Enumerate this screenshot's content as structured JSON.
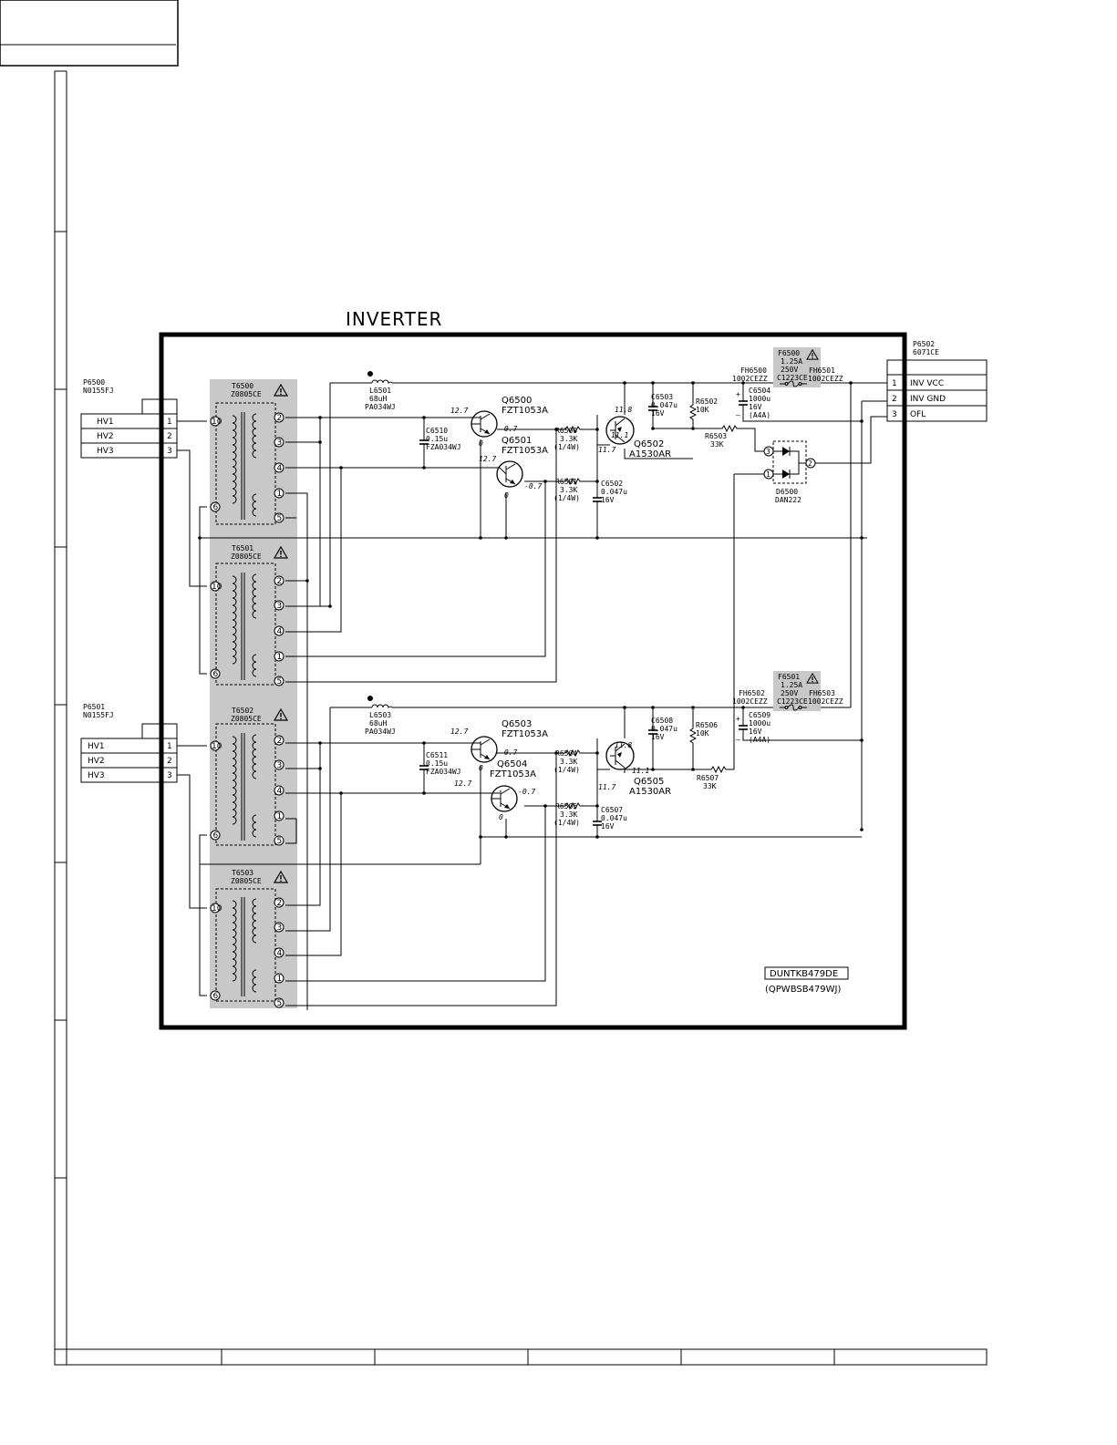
{
  "title": "INVERTER",
  "board_id": "DUNTKB479DE",
  "board_code": "(QPWBSB479WJ)",
  "connectors": {
    "p6500": {
      "ref": "P6500",
      "part": "N0155FJ",
      "pins": [
        {
          "name": "HV1",
          "num": "1"
        },
        {
          "name": "HV2",
          "num": "2"
        },
        {
          "name": "HV3",
          "num": "3"
        }
      ]
    },
    "p6501": {
      "ref": "P6501",
      "part": "N0155FJ",
      "pins": [
        {
          "name": "HV1",
          "num": "1"
        },
        {
          "name": "HV2",
          "num": "2"
        },
        {
          "name": "HV3",
          "num": "3"
        }
      ]
    },
    "p6502": {
      "ref": "P6502",
      "part": "6071CE",
      "pins": [
        {
          "num": "1",
          "name": "INV VCC"
        },
        {
          "num": "2",
          "name": "INV GND"
        },
        {
          "num": "3",
          "name": "OFL"
        }
      ]
    }
  },
  "transformers": [
    {
      "ref": "T6500",
      "part": "Z0805CE"
    },
    {
      "ref": "T6501",
      "part": "Z0805CE"
    },
    {
      "ref": "T6502",
      "part": "Z0805CE"
    },
    {
      "ref": "T6503",
      "part": "Z0805CE"
    }
  ],
  "transformer_pins": {
    "p10": "10",
    "p6": "6",
    "p2": "2",
    "p3": "3",
    "p4": "4",
    "p1": "1",
    "p5": "5"
  },
  "inductors": [
    {
      "ref": "L6501",
      "value": "68uH",
      "part": "PA034WJ"
    },
    {
      "ref": "L6503",
      "value": "68uH",
      "part": "PA034WJ"
    }
  ],
  "capacitors": {
    "c6510": {
      "ref": "C6510",
      "value": "0.15u",
      "part": "FZA034WJ"
    },
    "c6511": {
      "ref": "C6511",
      "value": "0.15u",
      "part": "FZA034WJ"
    },
    "c6503": {
      "ref": "C6503",
      "value": "0.047u",
      "volt": "16V"
    },
    "c6502": {
      "ref": "C6502",
      "value": "0.047u",
      "volt": "16V"
    },
    "c6508": {
      "ref": "C6508",
      "value": "0.047u",
      "volt": "16V"
    },
    "c6507": {
      "ref": "C6507",
      "value": "0.047u",
      "volt": "16V"
    },
    "c6504": {
      "ref": "C6504",
      "value": "1000u",
      "volt": "16V",
      "part": "(A4A)"
    },
    "c6509": {
      "ref": "C6509",
      "value": "1000u",
      "volt": "16V",
      "part": "(A4A)"
    }
  },
  "resistors": {
    "r6500": {
      "ref": "R6500",
      "value": "3.3K",
      "power": "(1/4W)"
    },
    "r6501": {
      "ref": "R6501",
      "value": "3.3K",
      "power": "(1/4W)"
    },
    "r6502": {
      "ref": "R6502",
      "value": "10K"
    },
    "r6503": {
      "ref": "R6503",
      "value": "33K"
    },
    "r6504": {
      "ref": "R6504",
      "value": "3.3K",
      "power": "(1/4W)"
    },
    "r6505": {
      "ref": "R6505",
      "value": "3.3K",
      "power": "(1/4W)"
    },
    "r6506": {
      "ref": "R6506",
      "value": "10K"
    },
    "r6507": {
      "ref": "R6507",
      "value": "33K"
    }
  },
  "transistors": {
    "q6500": {
      "ref": "Q6500",
      "part": "FZT1053A",
      "vb": "12.7",
      "ve": "-0.7",
      "vc": "0"
    },
    "q6501": {
      "ref": "Q6501",
      "part": "FZT1053A",
      "vb": "12.7",
      "ve": "-0.7",
      "vc": "0"
    },
    "q6502": {
      "ref": "Q6502",
      "part": "A1530AR",
      "vc": "11.8",
      "ve": "11.1",
      "vb": "11.7"
    },
    "q6503": {
      "ref": "Q6503",
      "part": "FZT1053A",
      "vb": "12.7",
      "ve": "-0.7",
      "vc": "0"
    },
    "q6504": {
      "ref": "Q6504",
      "part": "FZT1053A",
      "vb": "12.7",
      "ve": "-0.7",
      "vc": "0"
    },
    "q6505": {
      "ref": "Q6505",
      "part": "A1530AR",
      "vc": "11.8",
      "ve": "11.1",
      "vb": "11.7"
    }
  },
  "fuses": {
    "f6500": {
      "ref": "F6500",
      "rating": "1.25A",
      "volt": "250V",
      "part": "C1223CE"
    },
    "f6501": {
      "ref": "F6501",
      "rating": "1.25A",
      "volt": "250V",
      "part": "C1223CE"
    }
  },
  "fuse_holders": {
    "fh6500": {
      "ref": "FH6500",
      "part": "1002CEZZ"
    },
    "fh6501": {
      "ref": "FH6501",
      "part": "1002CEZZ"
    },
    "fh6502": {
      "ref": "FH6502",
      "part": "1002CEZZ"
    },
    "fh6503": {
      "ref": "FH6503",
      "part": "1002CEZZ"
    }
  },
  "diode": {
    "ref": "D6500",
    "part": "DAN222",
    "pin1": "1",
    "pin2": "2",
    "pin3": "3"
  },
  "colors": {
    "shade": "#c8c8c8",
    "ink": "#000000"
  }
}
